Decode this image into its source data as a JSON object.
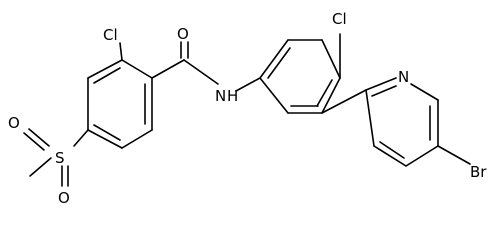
{
  "structure": {
    "atom_labels": {
      "carbonyl_oxygen": "O",
      "amide_nitrogen": "N",
      "amide_hydrogen": "H",
      "chlorine_left": "Cl",
      "chlorine_right": "Cl",
      "sulfur": "S",
      "sulfonyl_oxygen_top": "O",
      "sulfonyl_oxygen_bottom": "O",
      "pyridine_nitrogen": "N",
      "bromine": "Br"
    },
    "colors": {
      "bond": "#000000",
      "label": "#000000",
      "background": "#ffffff"
    }
  }
}
